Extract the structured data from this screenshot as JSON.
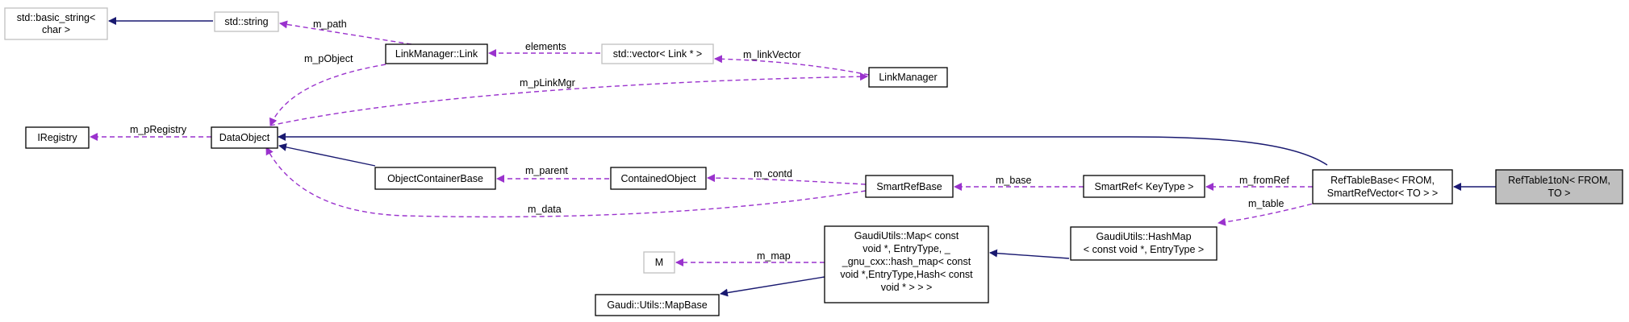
{
  "nodes": {
    "basic_string": [
      "std::basic_string<",
      "char >"
    ],
    "std_string": [
      "std::string"
    ],
    "link_manager_link": [
      "LinkManager::Link"
    ],
    "std_vector": [
      "std::vector< Link * >"
    ],
    "link_manager": [
      "LinkManager"
    ],
    "iregistry": [
      "IRegistry"
    ],
    "data_object": [
      "DataObject"
    ],
    "object_container_base": [
      "ObjectContainerBase"
    ],
    "contained_object": [
      "ContainedObject"
    ],
    "smart_ref_base": [
      "SmartRefBase"
    ],
    "smart_ref": [
      "SmartRef< KeyType >"
    ],
    "ref_table_base": [
      "RefTableBase< FROM,",
      "SmartRefVector< TO > >"
    ],
    "ref_table_1to_n": [
      "RefTable1toN< FROM,",
      "TO >"
    ],
    "m_node": [
      "M"
    ],
    "gaudi_utils_map": [
      "GaudiUtils::Map< const",
      "void *, EntryType, _",
      "_gnu_cxx::hash_map< const",
      "void *,EntryType,Hash< const",
      "void * > > >"
    ],
    "gaudi_utils_hashmap": [
      "GaudiUtils::HashMap",
      "< const void *, EntryType >"
    ],
    "gaudi_utils_mapbase": [
      "Gaudi::Utils::MapBase"
    ]
  },
  "edge_labels": {
    "m_path": "m_path",
    "m_pObject": "m_pObject",
    "elements": "elements",
    "m_linkVector": "m_linkVector",
    "m_pLinkMgr": "m_pLinkMgr",
    "m_pRegistry": "m_pRegistry",
    "m_parent": "m_parent",
    "m_contd": "m_contd",
    "m_base": "m_base",
    "m_fromRef": "m_fromRef",
    "m_table": "m_table",
    "m_data": "m_data",
    "m_map": "m_map"
  },
  "colors": {
    "inheritance": "#191970",
    "usage": "#9a32cd",
    "focus_fill": "#bfbfbf",
    "ghost_border": "#bfbfbf"
  }
}
